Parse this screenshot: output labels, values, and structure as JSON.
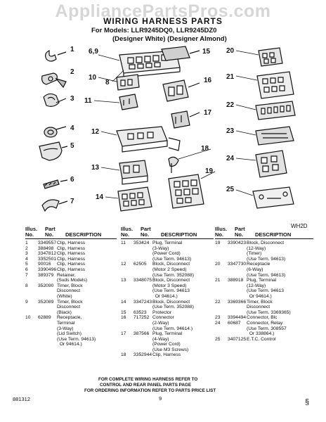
{
  "watermark": "AppliancePartsPros.com",
  "header": {
    "title": "WIRING HARNESS PARTS",
    "models": "For Models: LLR9245DQ0, LLR9245DZ0",
    "variants": "(Designer White) (Designer Almond)"
  },
  "diagram": {
    "labels": [
      "1",
      "2",
      "3",
      "4",
      "5",
      "6",
      "7",
      "6,9",
      "8",
      "10",
      "11",
      "12",
      "13",
      "14",
      "15",
      "16",
      "17",
      "18",
      "19",
      "20",
      "21",
      "22",
      "23",
      "24",
      "25"
    ]
  },
  "figure_code": "WH2D",
  "table": {
    "headers": {
      "ill": "Illus.",
      "no": "No.",
      "part": "Part",
      "pno": "No.",
      "desc": "DESCRIPTION"
    },
    "columns": [
      {
        "rows": [
          {
            "ill": "1",
            "part": "3349557",
            "desc": [
              "Clip, Harness"
            ]
          },
          {
            "ill": "2",
            "part": "388498",
            "desc": [
              "Clip, Harness"
            ]
          },
          {
            "ill": "3",
            "part": "3347812",
            "desc": [
              "Clip, Harness"
            ]
          },
          {
            "ill": "4",
            "part": "3352501",
            "desc": [
              "Clip, Harness"
            ]
          },
          {
            "ill": "5",
            "part": "90016",
            "desc": [
              "Clip, Harness"
            ]
          },
          {
            "ill": "6",
            "part": "3390496",
            "desc": [
              "Clip, Harness"
            ]
          },
          {
            "ill": "7",
            "part": "389379",
            "desc": [
              "Retainer,",
              "(Suds Models)"
            ]
          },
          {
            "ill": "8",
            "part": "352090",
            "desc": [
              "Timer, Block",
              "Disconnect",
              "(White)"
            ]
          },
          {
            "ill": "9",
            "part": "352089",
            "desc": [
              "Timer, Block",
              "Disconnect",
              "(Black)"
            ]
          },
          {
            "ill": "10",
            "part": "62889",
            "desc": [
              "Receptacle,",
              "Terminal",
              "(3-Way)",
              "(Lid Switch)",
              "(Use Term. 94613)",
              "  Or 94614.)"
            ]
          }
        ]
      },
      {
        "rows": [
          {
            "ill": "11",
            "part": "353424",
            "desc": [
              "Plug, Terminal",
              "(3-Way)",
              "(Power Cord)",
              "(Use Term. 94613)"
            ]
          },
          {
            "ill": "12",
            "part": "62505",
            "desc": [
              "Block, Disconnect",
              "(Motor 2 Speed)",
              "(Use Term. 352088)"
            ]
          },
          {
            "ill": "13",
            "part": "3348075",
            "desc": [
              "Block, Disconnect",
              "(Motor 3 Speed)",
              "(Use Term. 94613",
              "  Or 94614.)"
            ]
          },
          {
            "ill": "14",
            "part": "3347243",
            "desc": [
              "Block, Disconnect",
              "(Use Term. 352088)"
            ]
          },
          {
            "ill": "15",
            "part": "63523",
            "desc": [
              "Protector"
            ]
          },
          {
            "ill": "16",
            "part": "717252",
            "desc": [
              "Connector",
              "(2-Way)",
              "(Use Term. 94614.)"
            ]
          },
          {
            "ill": "17",
            "part": "387566",
            "desc": [
              "Plug, Terminal",
              "(4-Way)",
              "(Power Cord)",
              "(Use M3 Screws)"
            ]
          },
          {
            "ill": "18",
            "part": "3352944",
            "desc": [
              "Clip, Harness"
            ]
          }
        ]
      },
      {
        "rows": [
          {
            "ill": "19",
            "part": "3390423",
            "desc": [
              "Block, Disconnect",
              "(12-Way)",
              "(Timer)",
              "(Use Term. 94613)"
            ]
          },
          {
            "ill": "20",
            "part": "3347730",
            "desc": [
              "Receptacle",
              "(6-Way)",
              "(Use Term. 94613)"
            ]
          },
          {
            "ill": "21",
            "part": "388918",
            "desc": [
              "Plug, Terminal",
              "(12-Way)",
              "(Use Term. 94613",
              "  Or 94614.)"
            ]
          },
          {
            "ill": "22",
            "part": "3369366",
            "desc": [
              "Timer, Block",
              "Disconnect",
              "(Use Term. 3369365)"
            ]
          },
          {
            "ill": "23",
            "part": "3394494",
            "desc": [
              "Connector, Blc"
            ]
          },
          {
            "ill": "24",
            "part": "60687",
            "desc": [
              "Connector, Relay",
              "(Use Term. 308557",
              "  Or 338864.)"
            ]
          },
          {
            "ill": "25",
            "part": "3407125",
            "desc": [
              "E.T.C. Control"
            ]
          }
        ]
      }
    ]
  },
  "footer": {
    "line1": "FOR COMPLETE WIRING HARNESS REFER TO",
    "line2": "CONTROL AND REAR PANEL PARTS PAGE",
    "line3": "FOR ORDERING INFORMATION REFER TO PARTS PRICE LIST"
  },
  "doc_number": "881312",
  "page_number": "9",
  "corner_mark": "§"
}
